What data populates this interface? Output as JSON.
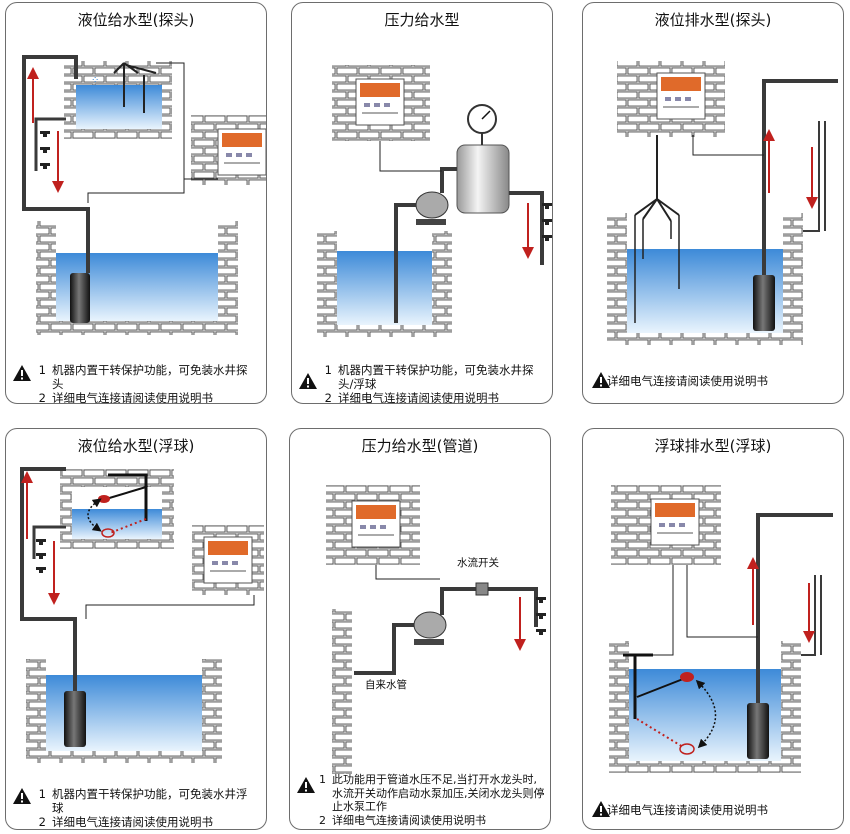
{
  "panels": [
    {
      "title": "液位给水型(探头)",
      "notes": [
        {
          "num": "1",
          "text": "机器内置干转保护功能，可免装水井探头"
        },
        {
          "num": "2",
          "text": "详细电气连接请阅读使用说明书"
        }
      ]
    },
    {
      "title": "压力给水型",
      "notes": [
        {
          "num": "1",
          "text": "机器内置干转保护功能，可免装水井探头/浮球"
        },
        {
          "num": "2",
          "text": "详细电气连接请阅读使用说明书"
        }
      ]
    },
    {
      "title": "液位排水型(探头)",
      "notes": [
        {
          "num": "",
          "text": "详细电气连接请阅读使用说明书"
        }
      ]
    },
    {
      "title": "液位给水型(浮球)",
      "notes": [
        {
          "num": "1",
          "text": "机器内置干转保护功能，可免装水井浮球"
        },
        {
          "num": "2",
          "text": "详细电气连接请阅读使用说明书"
        }
      ]
    },
    {
      "title": "压力给水型(管道)",
      "notes": [
        {
          "num": "1",
          "text": "此功能用于管道水压不足,当打开水龙头时,水流开关动作启动水泵加压,关闭水龙头则停止水泵工作"
        },
        {
          "num": "2",
          "text": "详细电气连接请阅读使用说明书"
        }
      ],
      "labels": {
        "flow_switch": "水流开关",
        "tap_pipe": "自来水管"
      }
    },
    {
      "title": "浮球排水型(浮球)",
      "notes": [
        {
          "num": "",
          "text": "详细电气连接请阅读使用说明书"
        }
      ]
    }
  ],
  "colors": {
    "water": "#5b9fe0",
    "water_light": "#d4e9fa",
    "pipe": "#3a3a3a",
    "arrow": "#c0211e",
    "controller_screen": "#e06a2a"
  }
}
